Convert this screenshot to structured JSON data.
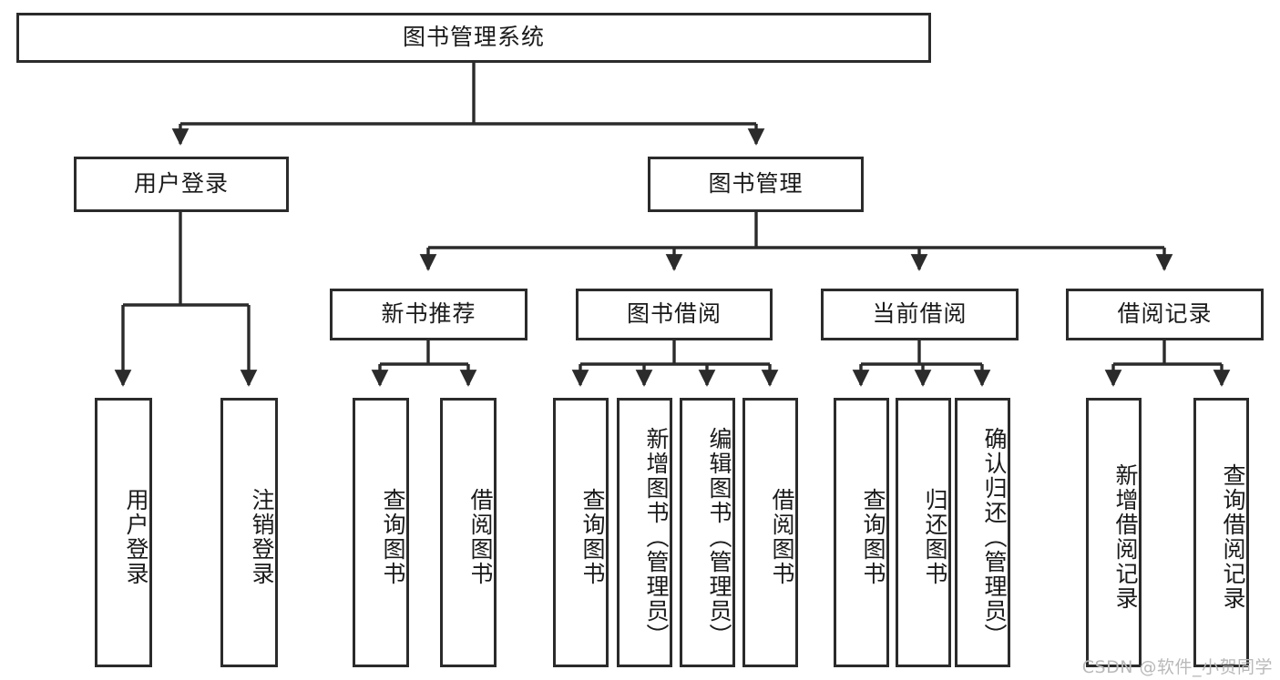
{
  "diagram": {
    "type": "tree-hierarchy-chart",
    "title": "图书管理系统",
    "watermark": "CSDN @软件_小贺同学",
    "colors": {
      "stroke": "#2b2b2b",
      "fill": "#ffffff",
      "text": "#1a1a1a",
      "watermark": "#b9b9b9"
    },
    "nodes": {
      "root": {
        "label": "图书管理系统",
        "orientation": "horizontal"
      },
      "level2": [
        {
          "label": "用户登录",
          "orientation": "horizontal"
        },
        {
          "label": "图书管理",
          "orientation": "horizontal"
        }
      ],
      "level3": [
        {
          "label": "新书推荐",
          "orientation": "horizontal"
        },
        {
          "label": "图书借阅",
          "orientation": "horizontal"
        },
        {
          "label": "当前借阅",
          "orientation": "horizontal"
        },
        {
          "label": "借阅记录",
          "orientation": "horizontal"
        }
      ],
      "leaves": {
        "user_login": [
          {
            "label": "用户登录",
            "orientation": "vertical"
          },
          {
            "label": "注销登录",
            "orientation": "vertical"
          }
        ],
        "new_book_recommend": [
          {
            "label": "查询图书",
            "orientation": "vertical"
          },
          {
            "label": "借阅图书",
            "orientation": "vertical"
          }
        ],
        "book_borrow": [
          {
            "label": "查询图书",
            "orientation": "vertical"
          },
          {
            "label": "新增图书（管理员）",
            "orientation": "vertical"
          },
          {
            "label": "编辑图书（管理员）",
            "orientation": "vertical"
          },
          {
            "label": "借阅图书",
            "orientation": "vertical"
          }
        ],
        "current_borrow": [
          {
            "label": "查询图书",
            "orientation": "vertical"
          },
          {
            "label": "归还图书",
            "orientation": "vertical"
          },
          {
            "label": "确认归还（管理员）",
            "orientation": "vertical"
          }
        ],
        "borrow_record": [
          {
            "label": "新增借阅记录",
            "orientation": "vertical"
          },
          {
            "label": "查询借阅记录",
            "orientation": "vertical"
          }
        ]
      }
    }
  }
}
